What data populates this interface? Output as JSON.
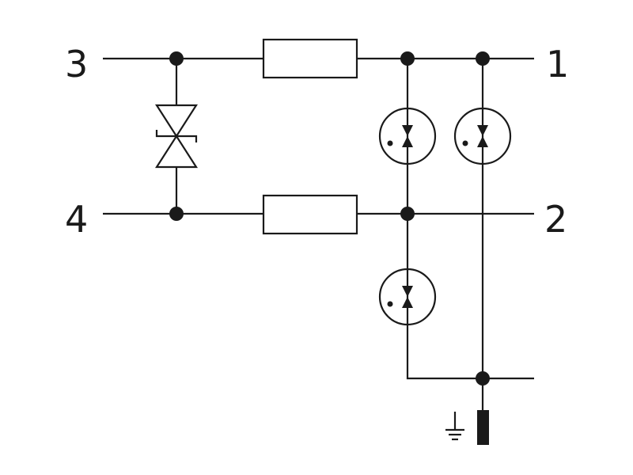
{
  "terminals": {
    "t1": "1",
    "t2": "2",
    "t3": "3",
    "t4": "4"
  },
  "colors": {
    "line": "#1a1a1a",
    "background": "#ffffff"
  },
  "components": [
    "tvs-diode",
    "resistor",
    "resistor",
    "gas-discharge-tube",
    "gas-discharge-tube",
    "gas-discharge-tube",
    "ground-symbol",
    "ground-terminal"
  ]
}
